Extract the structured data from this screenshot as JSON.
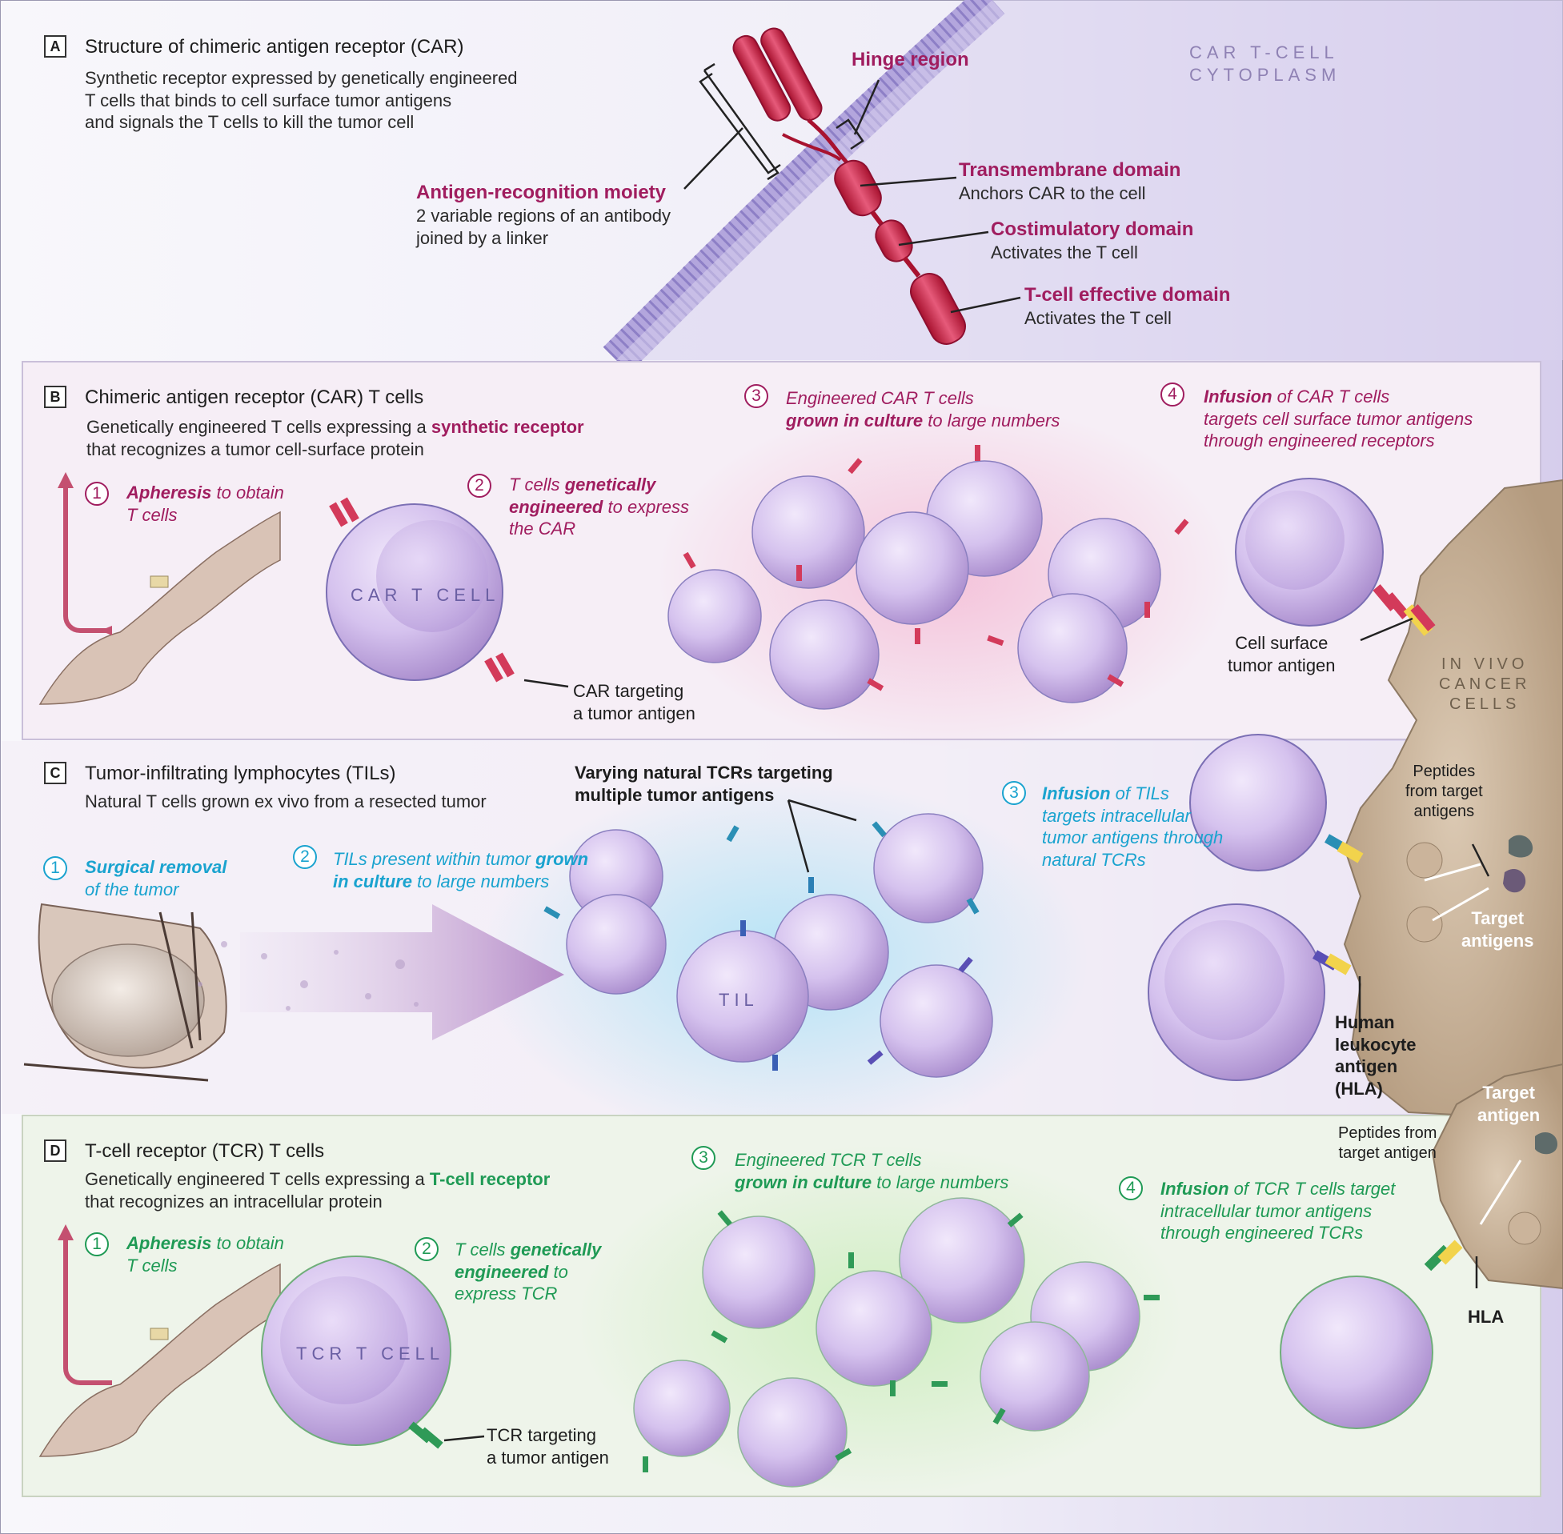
{
  "panelA": {
    "letter": "A",
    "title": "Structure of chimeric antigen receptor (CAR)",
    "body": [
      "Synthetic receptor expressed by genetically engineered",
      "T cells that binds to cell surface tumor antigens",
      "and signals the T cells to kill the tumor cell"
    ],
    "cytoplasm": [
      "CAR T-CELL",
      "CYTOPLASM"
    ],
    "hinge": "Hinge region",
    "antigen_moiety": {
      "title": "Antigen-recognition moiety",
      "line1": "2 variable regions of an antibody",
      "line2": "joined by a linker"
    },
    "transmembrane": {
      "title": "Transmembrane domain",
      "desc": "Anchors CAR to the cell"
    },
    "costimulatory": {
      "title": "Costimulatory domain",
      "desc": "Activates the T cell"
    },
    "effective": {
      "title": "T-cell effective domain",
      "desc": "Activates the T cell"
    }
  },
  "panelB": {
    "letter": "B",
    "title": "Chimeric antigen receptor (CAR) T cells",
    "body1_pre": "Genetically engineered T cells expressing a ",
    "body1_em": "synthetic receptor",
    "body2": "that recognizes a tumor cell-surface protein",
    "step1": {
      "num": "1",
      "em": "Apheresis",
      "rest1": " to obtain",
      "rest2": "T cells"
    },
    "step2": {
      "num": "2",
      "pre": "T cells ",
      "em1": "genetically",
      "em2": "engineered",
      "rest2": " to express",
      "rest3": "the CAR"
    },
    "step3": {
      "num": "3",
      "line1": "Engineered CAR T cells",
      "em": "grown in culture",
      "rest2": " to large numbers"
    },
    "step4": {
      "num": "4",
      "em": "Infusion",
      "rest1": " of CAR T cells",
      "line2": "targets cell surface tumor antigens",
      "line3": "through engineered receptors"
    },
    "cell_label": "CAR T CELL",
    "car_label": [
      "CAR targeting",
      "a tumor antigen"
    ],
    "antigen_label": [
      "Cell surface",
      "tumor antigen"
    ],
    "in_vivo": [
      "IN VIVO",
      "CANCER",
      "CELLS"
    ]
  },
  "panelC": {
    "letter": "C",
    "title": "Tumor-infiltrating lymphocytes (TILs)",
    "body": "Natural T cells grown ex vivo from a resected tumor",
    "step1": {
      "num": "1",
      "em": "Surgical removal",
      "line2": "of the tumor"
    },
    "step2": {
      "num": "2",
      "pre": "TILs present within tumor ",
      "em": "grown",
      "em2": "in culture",
      "rest2": " to large numbers"
    },
    "step3": {
      "num": "3",
      "em": "Infusion",
      "rest1": " of TILs",
      "line2": "targets intracellular",
      "line3": "tumor antigens through",
      "line4": "natural TCRs"
    },
    "tcr_label": [
      "Varying natural TCRs targeting",
      "multiple tumor antigens"
    ],
    "til_label": "TIL",
    "peptides_label": [
      "Peptides",
      "from target",
      "antigens"
    ],
    "target_label": [
      "Target",
      "antigens"
    ],
    "hla_label": [
      "Human",
      "leukocyte",
      "antigen",
      "(HLA)"
    ]
  },
  "panelD": {
    "letter": "D",
    "title": "T-cell receptor (TCR) T cells",
    "body1_pre": "Genetically engineered T cells expressing a ",
    "body1_em": "T-cell receptor",
    "body2": "that recognizes an intracellular protein",
    "step1": {
      "num": "1",
      "em": "Apheresis",
      "rest1": " to obtain",
      "rest2": "T cells"
    },
    "step2": {
      "num": "2",
      "pre": "T cells ",
      "em1": "genetically",
      "em2": "engineered",
      "rest2": " to",
      "rest3": "express TCR"
    },
    "step3": {
      "num": "3",
      "line1": "Engineered TCR T cells",
      "em": "grown in culture",
      "rest2": " to large numbers"
    },
    "step4": {
      "num": "4",
      "em": "Infusion",
      "rest1": " of TCR T cells target",
      "line2": "intracellular tumor antigens",
      "line3": "through engineered TCRs"
    },
    "cell_label": "TCR T CELL",
    "tcr_label": [
      "TCR targeting",
      "a tumor antigen"
    ],
    "target_label": [
      "Target",
      "antigen"
    ],
    "peptides_label": [
      "Peptides from",
      "target antigen"
    ],
    "hla_label": "HLA"
  },
  "colors": {
    "magenta": "#a01d5f",
    "cyan": "#1aa3cf",
    "green": "#1f9a55",
    "cell": "#cdb8e6",
    "cancer": "#c9b39a"
  }
}
